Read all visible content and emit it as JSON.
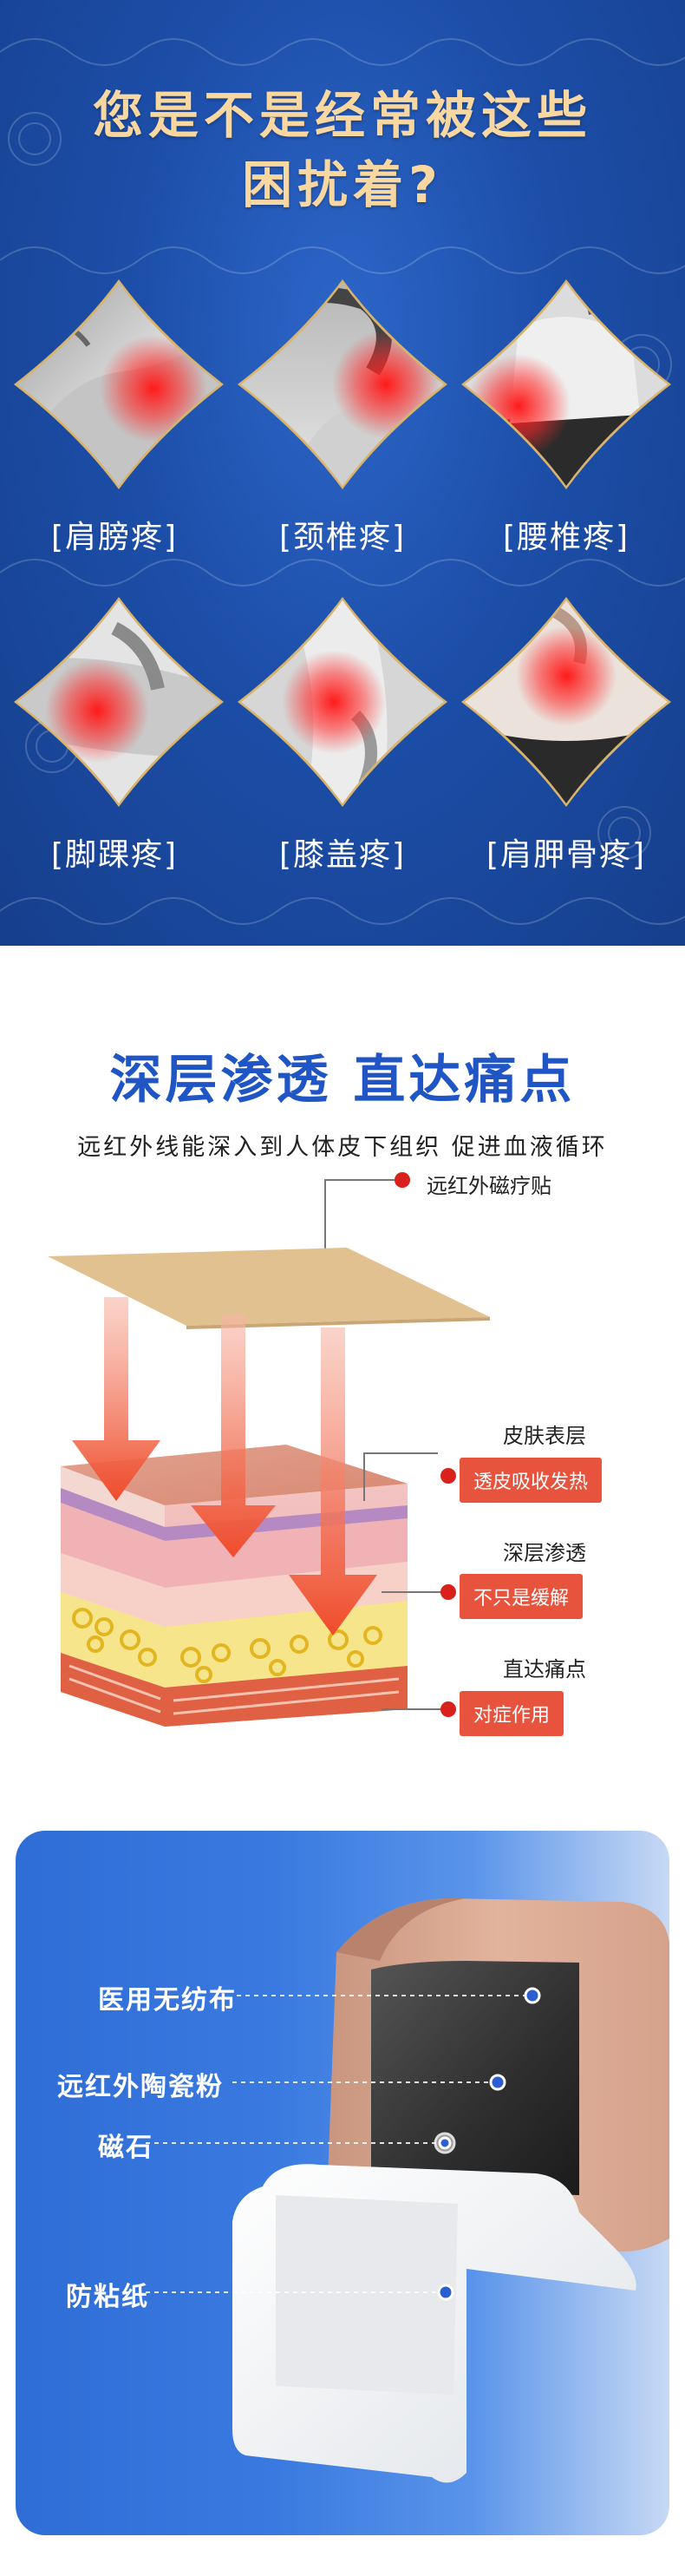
{
  "section1": {
    "title_line1": "您是不是经常被这些",
    "title_line2": "困扰着?",
    "items": [
      {
        "label": "[肩膀疼]"
      },
      {
        "label": "[颈椎疼]"
      },
      {
        "label": "[腰椎疼]"
      },
      {
        "label": "[脚踝疼]"
      },
      {
        "label": "[膝盖疼]"
      },
      {
        "label": "[肩胛骨疼]"
      }
    ]
  },
  "section2": {
    "title": "深层渗透 直达痛点",
    "subtitle": "远红外线能深入到人体皮下组织 促进血液循环",
    "patch_label": "远红外磁疗贴",
    "layers": [
      {
        "title": "皮肤表层",
        "tag": "透皮吸收发热"
      },
      {
        "title": "深层渗透",
        "tag": "不只是缓解"
      },
      {
        "title": "直达痛点",
        "tag": "对症作用"
      }
    ]
  },
  "section3": {
    "parts": [
      {
        "label": "医用无纺布"
      },
      {
        "label": "远红外陶瓷粉"
      },
      {
        "label": "磁石"
      },
      {
        "label": "防粘纸"
      }
    ]
  },
  "colors": {
    "blue_bg": "#1c4ea8",
    "gold_title": "#f9d7a0",
    "accent_blue": "#1f55c4",
    "accent_red": "#e8533e",
    "pain_red": "#ff1a1a"
  }
}
